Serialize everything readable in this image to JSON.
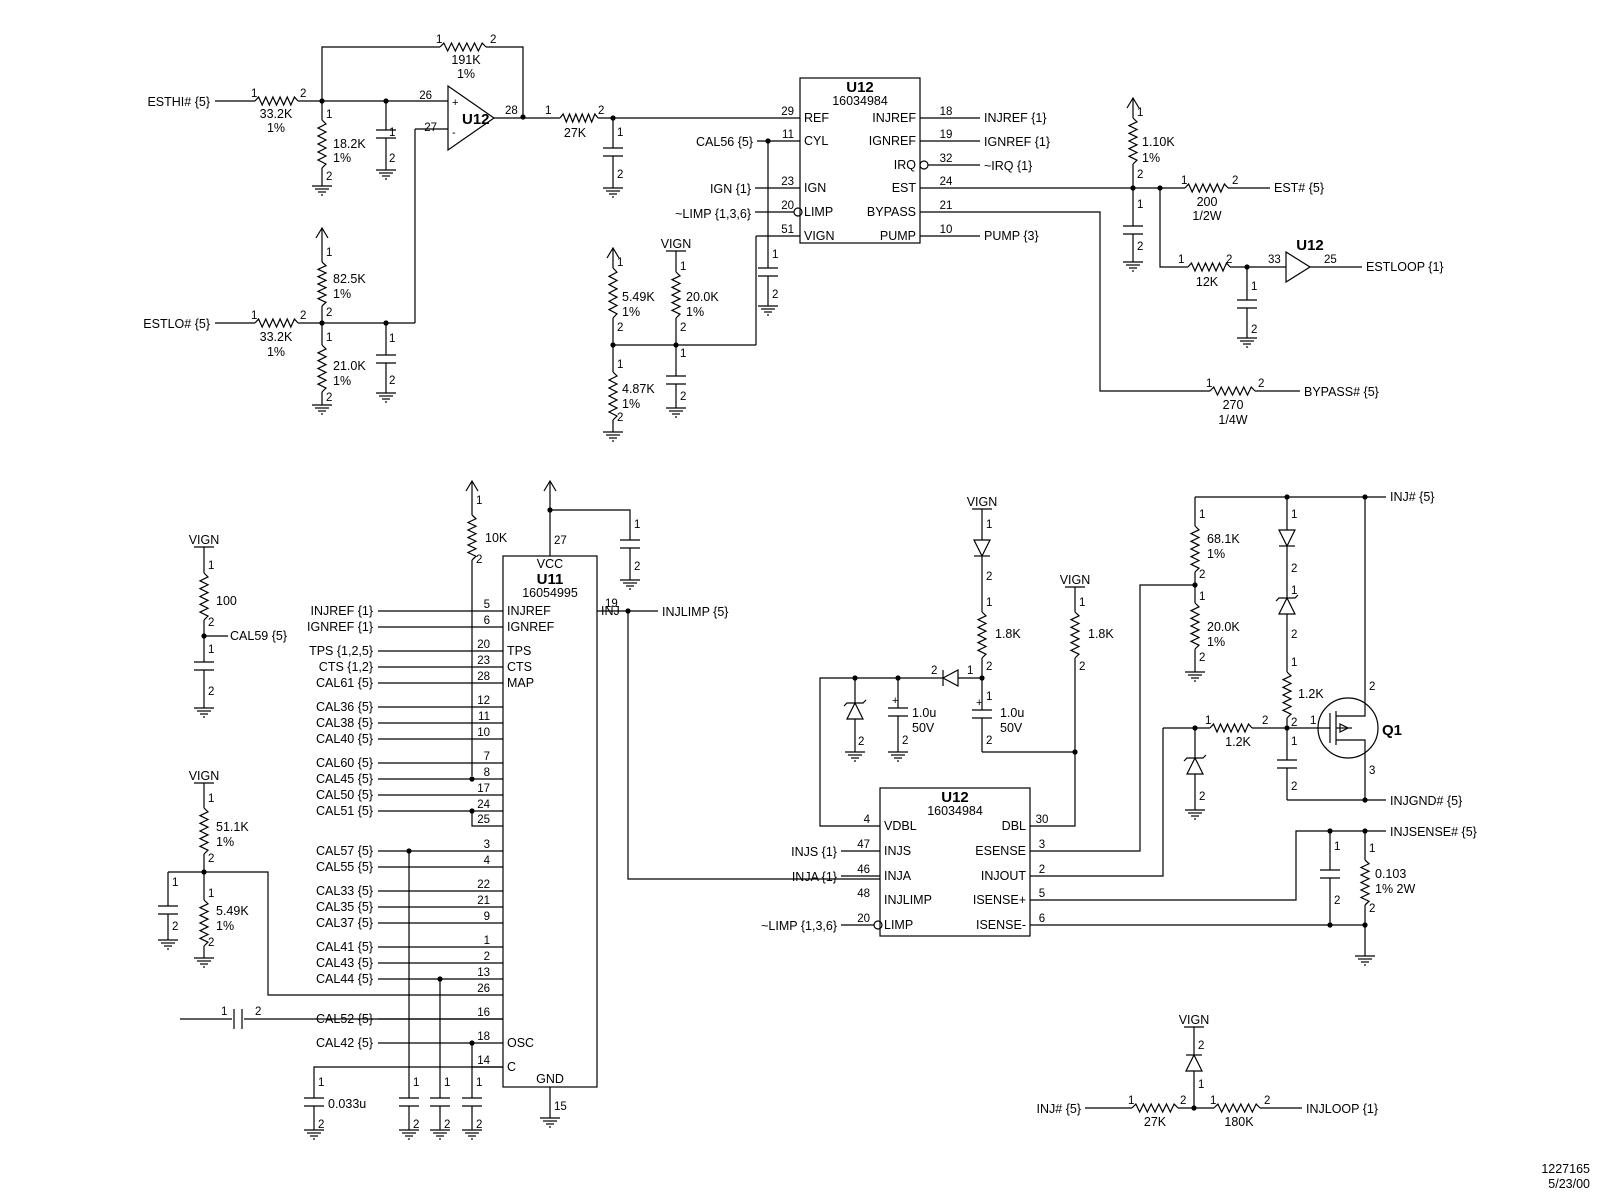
{
  "drawing": {
    "number": "1227165",
    "date": "5/23/00"
  },
  "u12_core": {
    "ref": "U12",
    "part": "16034984",
    "pins_left": [
      {
        "num": "29",
        "name": "REF"
      },
      {
        "num": "11",
        "name": "CYL"
      },
      {
        "num": "23",
        "name": "IGN"
      },
      {
        "num": "20",
        "name": "LIMP"
      },
      {
        "num": "51",
        "name": "VIGN"
      }
    ],
    "pins_right": [
      {
        "num": "18",
        "name": "INJREF"
      },
      {
        "num": "19",
        "name": "IGNREF"
      },
      {
        "num": "32",
        "name": "IRQ"
      },
      {
        "num": "24",
        "name": "EST"
      },
      {
        "num": "21",
        "name": "BYPASS"
      },
      {
        "num": "10",
        "name": "PUMP"
      }
    ]
  },
  "u12_inj": {
    "ref": "U12",
    "part": "16034984",
    "pins_left": [
      {
        "num": "4",
        "name": "VDBL"
      },
      {
        "num": "47",
        "name": "INJS"
      },
      {
        "num": "46",
        "name": "INJA"
      },
      {
        "num": "48",
        "name": "INJLIMP"
      },
      {
        "num": "20",
        "name": "LIMP"
      }
    ],
    "pins_right": [
      {
        "num": "30",
        "name": "DBL"
      },
      {
        "num": "3",
        "name": "ESENSE"
      },
      {
        "num": "2",
        "name": "INJOUT"
      },
      {
        "num": "5",
        "name": "ISENSE+"
      },
      {
        "num": "6",
        "name": "ISENSE-"
      }
    ]
  },
  "u11": {
    "ref": "U11",
    "part": "16054995",
    "vcc": "VCC",
    "gnd": "GND",
    "vcc_pin": "27",
    "gnd_pin": "15",
    "inj_pin": "19",
    "inj_name": "INJ",
    "pins": [
      {
        "num": "5",
        "name": "INJREF",
        "net": "INJREF {1}"
      },
      {
        "num": "6",
        "name": "IGNREF",
        "net": "IGNREF {1}"
      },
      {
        "num": "20",
        "name": "TPS",
        "net": "TPS {1,2,5}"
      },
      {
        "num": "23",
        "name": "CTS",
        "net": "CTS {1,2}"
      },
      {
        "num": "28",
        "name": "MAP",
        "net": "CAL61 {5}"
      },
      {
        "num": "12",
        "name": "",
        "net": "CAL36 {5}"
      },
      {
        "num": "11",
        "name": "",
        "net": "CAL38 {5}"
      },
      {
        "num": "10",
        "name": "",
        "net": "CAL40 {5}"
      },
      {
        "num": "7",
        "name": "",
        "net": "CAL60 {5}"
      },
      {
        "num": "8",
        "name": "",
        "net": "CAL45 {5}"
      },
      {
        "num": "17",
        "name": "",
        "net": "CAL50 {5}"
      },
      {
        "num": "24",
        "name": "",
        "net": "CAL51 {5}"
      },
      {
        "num": "25",
        "name": "",
        "net": ""
      },
      {
        "num": "3",
        "name": "",
        "net": "CAL57 {5}"
      },
      {
        "num": "4",
        "name": "",
        "net": "CAL55 {5}"
      },
      {
        "num": "22",
        "name": "",
        "net": "CAL33 {5}"
      },
      {
        "num": "21",
        "name": "",
        "net": "CAL35 {5}"
      },
      {
        "num": "9",
        "name": "",
        "net": "CAL37 {5}"
      },
      {
        "num": "1",
        "name": "",
        "net": "CAL41 {5}"
      },
      {
        "num": "2",
        "name": "",
        "net": "CAL43 {5}"
      },
      {
        "num": "13",
        "name": "",
        "net": "CAL44 {5}"
      },
      {
        "num": "26",
        "name": "",
        "net": ""
      },
      {
        "num": "16",
        "name": "",
        "net": "CAL52 {5}"
      },
      {
        "num": "18",
        "name": "OSC",
        "net": "CAL42 {5}"
      },
      {
        "num": "14",
        "name": "C",
        "net": ""
      }
    ]
  },
  "nets": {
    "esthi": "ESTHI# {5}",
    "estlo": "ESTLO# {5}",
    "cal56": "CAL56 {5}",
    "ign": "IGN {1}",
    "limp": "~LIMP {1,3,6}",
    "vign": "VIGN",
    "injref": "INJREF {1}",
    "ignref": "IGNREF {1}",
    "irq": "~IRQ {1}",
    "pump": "PUMP {3}",
    "est": "EST# {5}",
    "estloop": "ESTLOOP {1}",
    "bypass": "BYPASS# {5}",
    "injlimp": "INJLIMP {5}",
    "cal59": "CAL59 {5}",
    "injs": "INJS {1}",
    "inja": "INJA {1}",
    "inj": "INJ# {5}",
    "injgnd": "INJGND# {5}",
    "injsense": "INJSENSE# {5}",
    "injloop": "INJLOOP {1}"
  },
  "parts": {
    "r_191k": [
      "191K",
      "1%"
    ],
    "r_33k_hi": [
      "33.2K",
      "1%"
    ],
    "r_18k": [
      "18.2K",
      "1%"
    ],
    "r_82k": [
      "82.5K",
      "1%"
    ],
    "r_33k_lo": [
      "33.2K",
      "1%"
    ],
    "r_21k": [
      "21.0K",
      "1%"
    ],
    "r_27k_top": [
      "27K"
    ],
    "r_549_top": [
      "5.49K",
      "1%"
    ],
    "r_20k_top": [
      "20.0K",
      "1%"
    ],
    "r_487": [
      "4.87K",
      "1%"
    ],
    "r_110k": [
      "1.10K",
      "1%"
    ],
    "r_200": [
      "200",
      "1/2W"
    ],
    "r_12k": [
      "12K"
    ],
    "r_270": [
      "270",
      "1/4W"
    ],
    "r_100": [
      "100"
    ],
    "r_511": [
      "51.1K",
      "1%"
    ],
    "r_549_bot": [
      "5.49K",
      "1%"
    ],
    "r_10k": [
      "10K"
    ],
    "c_033": [
      "0.033u"
    ],
    "r_18k_a": [
      "1.8K"
    ],
    "r_18k_b": [
      "1.8K"
    ],
    "c_1u_a": [
      "1.0u",
      "50V"
    ],
    "c_1u_b": [
      "1.0u",
      "50V"
    ],
    "r_681": [
      "68.1K",
      "1%"
    ],
    "r_20k_bot": [
      "20.0K",
      "1%"
    ],
    "r_12k_a": [
      "1.2K"
    ],
    "r_12k_b": [
      "1.2K"
    ],
    "r_0103": [
      "0.103",
      "1% 2W"
    ],
    "r_27k_bot": [
      "27K"
    ],
    "r_180k": [
      "180K"
    ],
    "q1": "Q1",
    "opamp": "U12",
    "buffer": "U12"
  }
}
